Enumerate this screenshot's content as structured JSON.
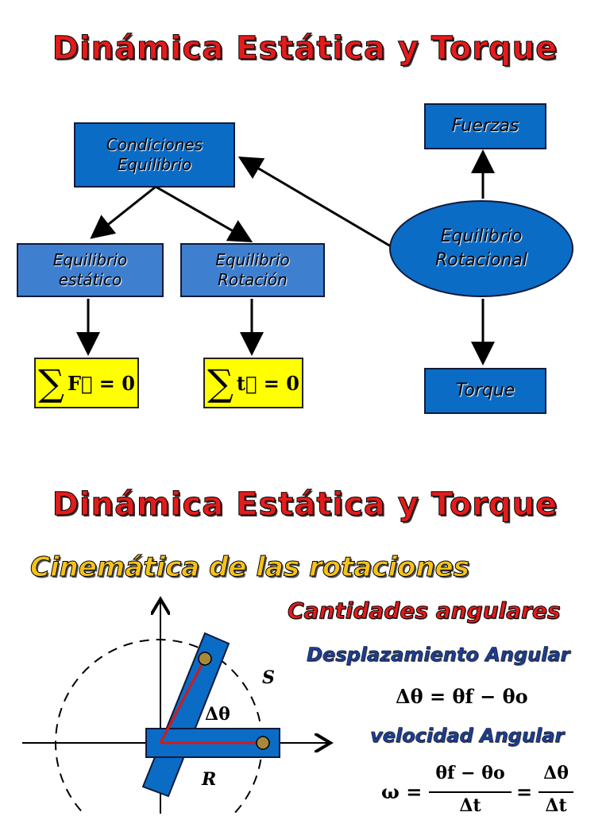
{
  "slide1": {
    "title": "Dinámica Estática y Torque",
    "box_condiciones": [
      "Condiciones",
      "Equilibrio"
    ],
    "box_fuerzas": "Fuerzas",
    "box_estatico": [
      "Equilibrio",
      "estático"
    ],
    "box_rotacion": [
      "Equilibrio",
      "Rotación"
    ],
    "ellipse_rotacional": [
      "Equilibrio",
      "Rotacional"
    ],
    "box_torque": "Torque",
    "eq1_sigma": "∑",
    "eq1_body": "F⃗ = 0",
    "eq2_sigma": "∑",
    "eq2_body": "t⃗ = 0"
  },
  "slide2": {
    "title": "Dinámica Estática y Torque",
    "subtitle": "Cinemática de las rotaciones",
    "cantidades": "Cantidades angulares",
    "desplazamiento": "Desplazamiento Angular",
    "desplazamiento_eq": "Δθ = θf − θo",
    "velocidad": "velocidad Angular",
    "omega_lhs": "ω =",
    "omega_num1": "θf − θo",
    "omega_den1": "Δt",
    "omega_eq": "=",
    "omega_num2": "Δθ",
    "omega_den2": "Δt",
    "label_s": "S",
    "label_delta_theta": "Δθ",
    "label_r": "R"
  },
  "colors": {
    "title_red": "#e41b1b",
    "box_blue": "#0b6cc6",
    "highlight_yellow": "#ffff00",
    "subtitle_yellow": "#f6c21a",
    "heading_navy": "#1c3f95",
    "radius_red": "#d11a1a"
  }
}
